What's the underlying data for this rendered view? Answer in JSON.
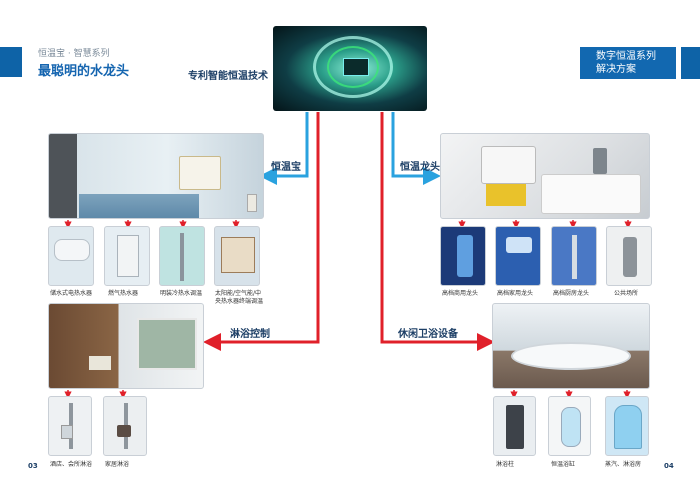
{
  "header": {
    "series_sub": "恒温宝 · 智慧系列",
    "title": "最聪明的水龙头",
    "center_label": "专利智能恒温技术",
    "right_box_line1": "数字恒温系列",
    "right_box_line2": "解决方案"
  },
  "connectors": {
    "top_left": "恒温宝",
    "top_right": "恒温龙头",
    "bottom_left": "淋浴控制",
    "bottom_right": "休闲卫浴设备"
  },
  "left_products": [
    {
      "label": "储水式电热水器",
      "icon": "water-heater-icon"
    },
    {
      "label": "燃气热水器",
      "icon": "gas-heater-icon"
    },
    {
      "label": "明装冷热水调温",
      "icon": "shower-column-icon"
    },
    {
      "label": "太阳能/空气能/中",
      "label2": "央热水器终端调温",
      "icon": "house-icon"
    }
  ],
  "right_products": [
    {
      "label": "高档商用龙头",
      "icon": "faucet-icon"
    },
    {
      "label": "高档家用龙头",
      "icon": "faucet-icon"
    },
    {
      "label": "高档厨房龙头",
      "icon": "kitchen-faucet-icon"
    },
    {
      "label": "公共场所",
      "icon": "sensor-faucet-icon"
    }
  ],
  "shower_products": [
    {
      "label": "酒店、会所淋浴",
      "icon": "shower-set-icon"
    },
    {
      "label": "家居淋浴",
      "icon": "shower-set-icon"
    }
  ],
  "bath_products": [
    {
      "label": "淋浴柱",
      "icon": "shower-panel-icon"
    },
    {
      "label": "恒温浴缸",
      "icon": "bathtub-icon"
    },
    {
      "label": "蒸汽、淋浴房",
      "icon": "shower-room-icon"
    }
  ],
  "page_numbers": {
    "left": "03",
    "right": "04"
  },
  "colors": {
    "brand_blue": "#1268b0",
    "red_pipe": "#e0202a",
    "blue_pipe": "#2aa2df"
  }
}
